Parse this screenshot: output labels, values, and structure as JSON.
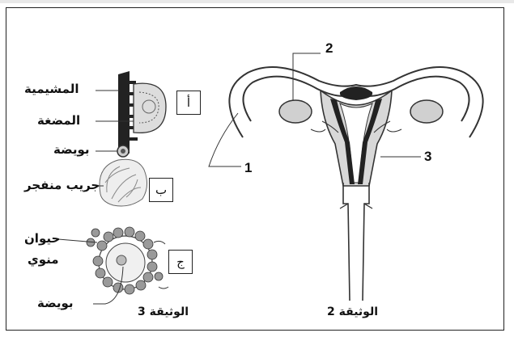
{
  "document3": {
    "caption": "الوثيقة 3",
    "box_labels": [
      "أ",
      "ب",
      "ج"
    ],
    "labels": {
      "endometrium": "المشيمية",
      "embryo": "المضغة",
      "ovum": "بويضة",
      "ruptured_follicle": "جريب منفجر",
      "sperm_line1": "حيوان",
      "sperm_line2": "منوي",
      "ovum2": "بويضة"
    }
  },
  "document2": {
    "caption": "الوثيقة 2",
    "numbers": [
      "1",
      "2",
      "3"
    ]
  }
}
